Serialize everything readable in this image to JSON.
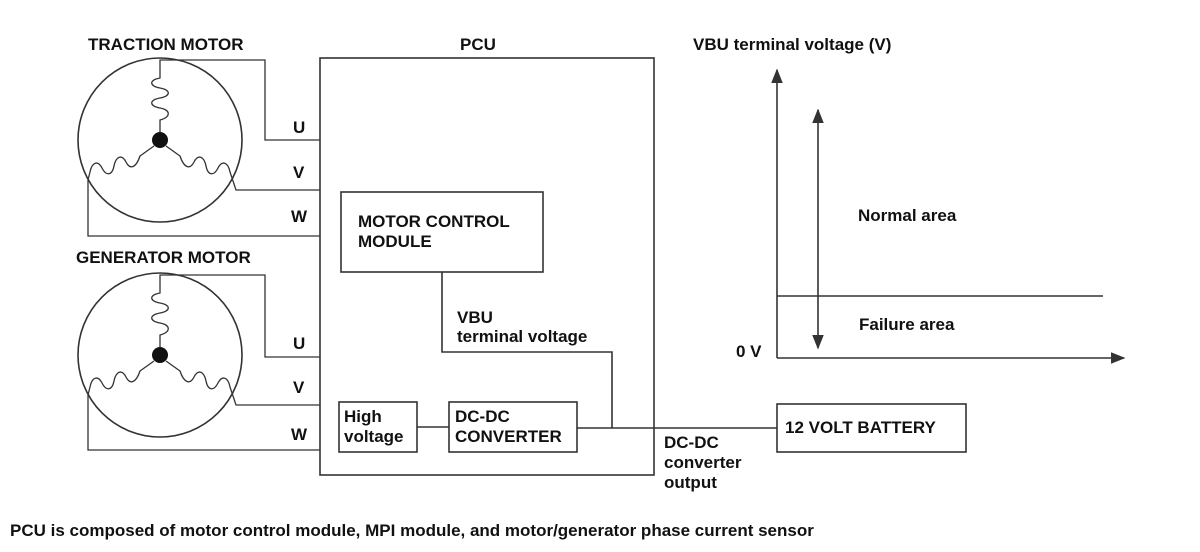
{
  "traction_motor": {
    "title": "TRACTION MOTOR",
    "phases": [
      "U",
      "V",
      "W"
    ]
  },
  "generator_motor": {
    "title": "GENERATOR MOTOR",
    "phases": [
      "U",
      "V",
      "W"
    ]
  },
  "pcu": {
    "title": "PCU",
    "motor_control_module": [
      "MOTOR CONTROL",
      "MODULE"
    ],
    "vbu_label": [
      "VBU",
      "terminal voltage"
    ],
    "high_voltage": [
      "High",
      "voltage"
    ],
    "dcdc_converter": [
      "DC-DC",
      "CONVERTER"
    ]
  },
  "dcdc_output_label": [
    "DC-DC",
    "converter",
    "output"
  ],
  "battery_label": "12 VOLT BATTERY",
  "graph": {
    "title": "VBU terminal voltage (V)",
    "zero_label": "0 V",
    "normal_area": "Normal area",
    "failure_area": "Failure area"
  },
  "caption": "PCU is composed of motor control module, MPI module, and motor/generator phase current sensor",
  "colors": {
    "line": "#333333",
    "text": "#111111",
    "background": "#ffffff"
  }
}
